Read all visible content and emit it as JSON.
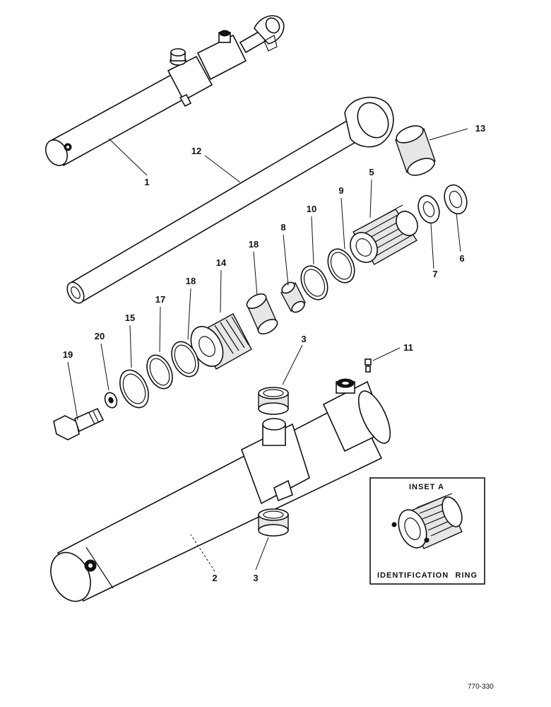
{
  "diagram": {
    "callouts": {
      "c1": "1",
      "c2": "2",
      "c3a": "3",
      "c3b": "3",
      "c5": "5",
      "c6": "6",
      "c7": "7",
      "c8": "8",
      "c9": "9",
      "c10": "10",
      "c11": "11",
      "c12": "12",
      "c13": "13",
      "c14": "14",
      "c15": "15",
      "c17": "17",
      "c18a": "18",
      "c18b": "18",
      "c19": "19",
      "c20": "20"
    },
    "inset": {
      "title": "INSET A",
      "caption_left": "IDENTIFICATION",
      "caption_right": "RING"
    },
    "reference": "770-330"
  }
}
